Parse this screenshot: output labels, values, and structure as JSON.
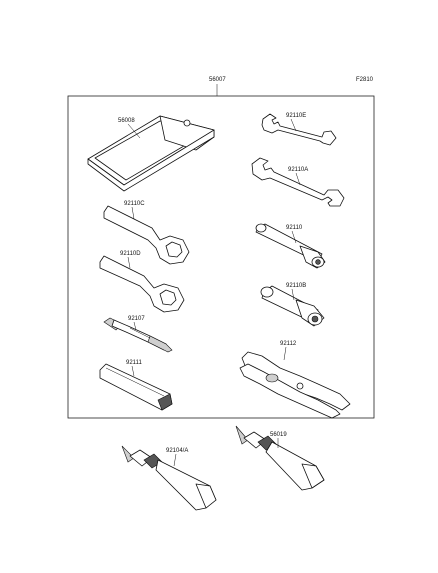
{
  "figure_code": "F2810",
  "kit_label": "56007",
  "parts": [
    {
      "id": "tool-bag",
      "number": "56008"
    },
    {
      "id": "wrench-e",
      "number": "92110E"
    },
    {
      "id": "wrench-a",
      "number": "92110A"
    },
    {
      "id": "wrench-c",
      "number": "92110C"
    },
    {
      "id": "socket",
      "number": "92110"
    },
    {
      "id": "wrench-d",
      "number": "92110D"
    },
    {
      "id": "socket-b",
      "number": "92110B"
    },
    {
      "id": "screwdriver",
      "number": "92107"
    },
    {
      "id": "pliers",
      "number": "92112"
    },
    {
      "id": "handle",
      "number": "92111"
    },
    {
      "id": "tube-a",
      "number": "92104/A"
    },
    {
      "id": "tube-b",
      "number": "56019"
    }
  ]
}
